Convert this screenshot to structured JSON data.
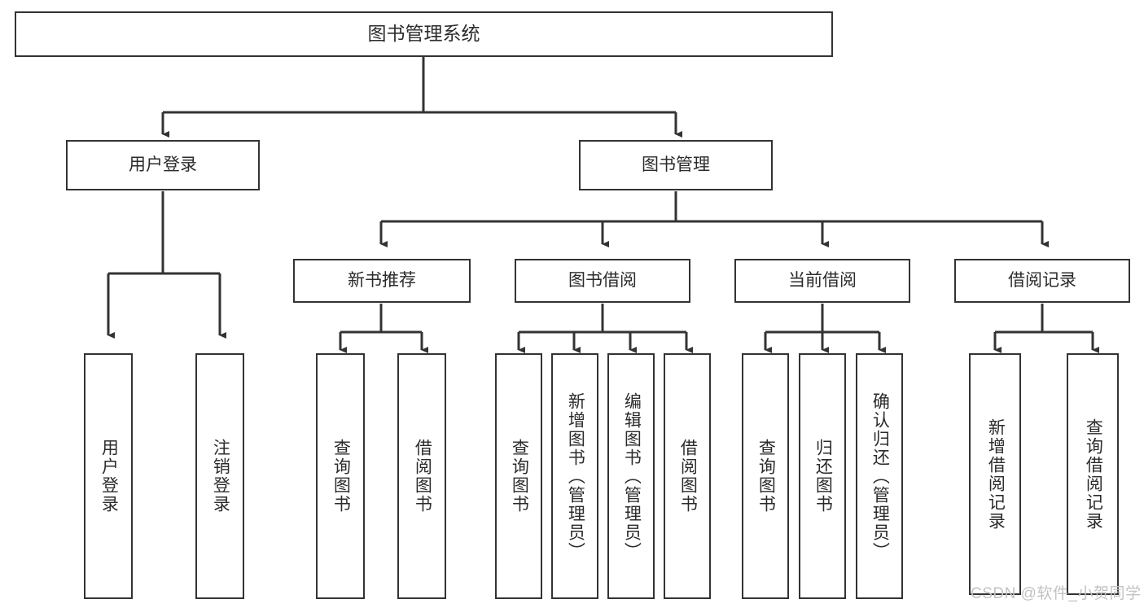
{
  "diagram": {
    "title": "图书管理系统",
    "type": "tree-hierarchy",
    "watermark": "CSDN @软件_小贺同学",
    "colors": {
      "box_border": "#333333",
      "box_fill": "#ffffff",
      "text": "#2b2b2b",
      "edge": "#333333",
      "watermark": "#c2c2c2",
      "background": "#ffffff"
    },
    "nodes": {
      "root": {
        "label": "图书管理系统"
      },
      "level2": [
        {
          "label": "用户登录"
        },
        {
          "label": "图书管理"
        }
      ],
      "level3": [
        {
          "label": "新书推荐"
        },
        {
          "label": "图书借阅"
        },
        {
          "label": "当前借阅"
        },
        {
          "label": "借阅记录"
        }
      ],
      "leaves_user_login": [
        {
          "label": "用户登录"
        },
        {
          "label": "注销登录"
        }
      ],
      "leaves_new_book": [
        {
          "label": "查询图书"
        },
        {
          "label": "借阅图书"
        }
      ],
      "leaves_borrow": [
        {
          "label": "查询图书"
        },
        {
          "label": "新增图书（管理员）"
        },
        {
          "label": "编辑图书（管理员）"
        },
        {
          "label": "借阅图书"
        }
      ],
      "leaves_current": [
        {
          "label": "查询图书"
        },
        {
          "label": "归还图书"
        },
        {
          "label": "确认归还（管理员）"
        }
      ],
      "leaves_record": [
        {
          "label": "新增借阅记录"
        },
        {
          "label": "查询借阅记录"
        }
      ]
    }
  }
}
